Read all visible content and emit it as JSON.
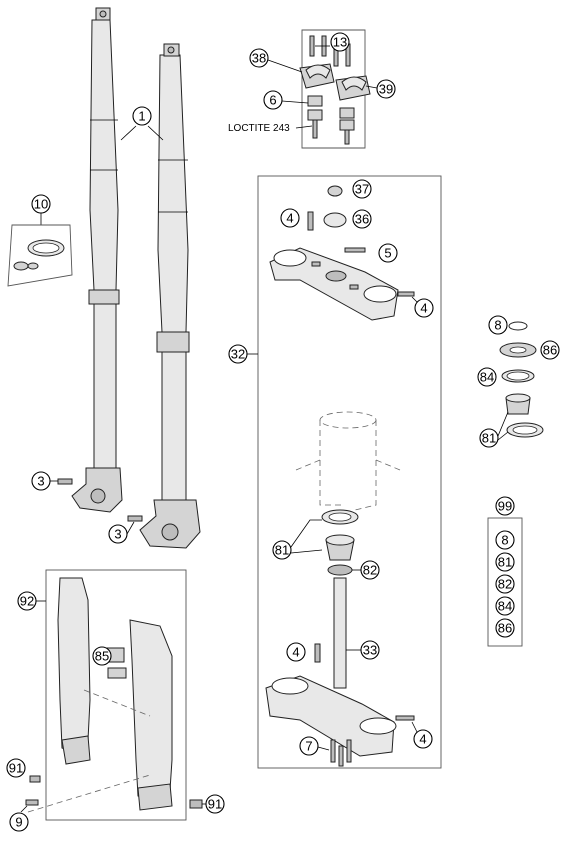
{
  "callouts": {
    "c1": "1",
    "c3a": "3",
    "c3b": "3",
    "c4a": "4",
    "c4b": "4",
    "c4c": "4",
    "c4d": "4",
    "c5": "5",
    "c6": "6",
    "c7": "7",
    "c8a": "8",
    "c8b": "8",
    "c9": "9",
    "c10": "10",
    "c13": "13",
    "c32": "32",
    "c33": "33",
    "c36": "36",
    "c37": "37",
    "c38": "38",
    "c39": "39",
    "c81a": "81",
    "c81b": "81",
    "c81c": "81",
    "c82a": "82",
    "c82b": "82",
    "c84a": "84",
    "c84b": "84",
    "c85": "85",
    "c86a": "86",
    "c86b": "86",
    "c91a": "91",
    "c91b": "91",
    "c92": "92",
    "c99": "99"
  },
  "notes": {
    "loctite": "LOCTITE 243"
  }
}
